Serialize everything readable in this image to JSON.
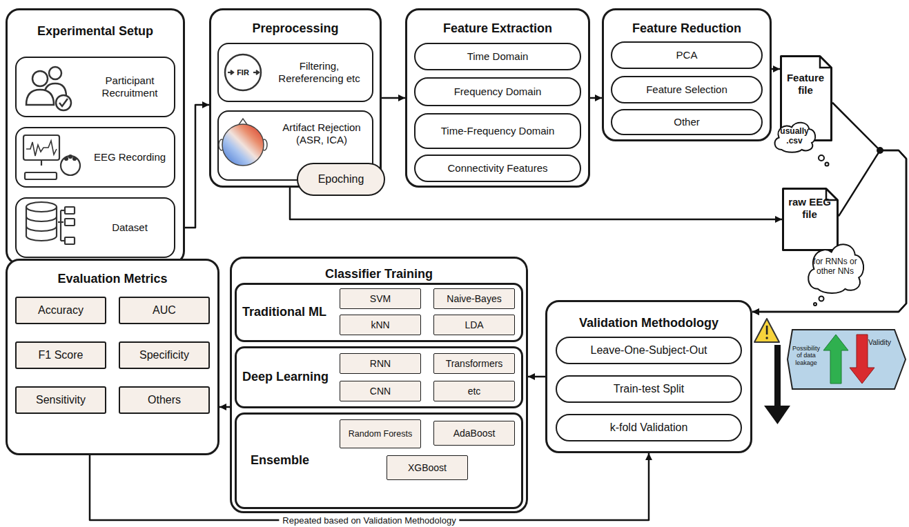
{
  "diagram": {
    "nodes": [
      {
        "text": [
          "Experimental Setup"
        ]
      },
      {
        "text": [
          "Participant Recruitment"
        ],
        "in": 0
      },
      {
        "text": [
          "EEG Recording"
        ],
        "in": 0
      },
      {
        "text": [
          "Dataset"
        ],
        "in": 0
      },
      {
        "text": [
          "Preprocessing"
        ]
      },
      {
        "text": [
          "Filtering, Rereferencing etc"
        ],
        "in": 4
      },
      {
        "text": [
          "Artifact Rejection (ASR, ICA)"
        ],
        "in": 4
      },
      {
        "text": [
          "Epoching"
        ],
        "in": 4
      },
      {
        "text": [
          "Feature Extraction"
        ]
      },
      {
        "text": [
          "Time Domain"
        ],
        "in": 8
      },
      {
        "text": [
          "Frequency Domain"
        ],
        "in": 8
      },
      {
        "text": [
          "Time-Frequency Domain"
        ],
        "in": 8
      },
      {
        "text": [
          "Connectivity Features"
        ],
        "in": 8
      },
      {
        "text": [
          "Feature Reduction"
        ]
      },
      {
        "text": [
          "PCA"
        ],
        "in": 13
      },
      {
        "text": [
          "Feature Selection"
        ],
        "in": 13
      },
      {
        "text": [
          "Other"
        ],
        "in": 13
      },
      {
        "text": [
          "Feature file"
        ]
      },
      {
        "text": [
          "usually .csv"
        ]
      },
      {
        "text": [
          "raw EEG file"
        ]
      },
      {
        "text": [
          "for RNNs or other NNs"
        ]
      },
      {
        "text": [
          "Classifier Training"
        ]
      },
      {
        "text": [
          "Traditional ML"
        ],
        "in": 21
      },
      {
        "text": [
          "SVM"
        ],
        "in": 22
      },
      {
        "text": [
          "Naive-Bayes"
        ],
        "in": 22
      },
      {
        "text": [
          "kNN"
        ],
        "in": 22
      },
      {
        "text": [
          "LDA"
        ],
        "in": 22
      },
      {
        "text": [
          "Deep Learning"
        ],
        "in": 21
      },
      {
        "text": [
          "RNN"
        ],
        "in": 27
      },
      {
        "text": [
          "Transformers"
        ],
        "in": 27
      },
      {
        "text": [
          "CNN"
        ],
        "in": 27
      },
      {
        "text": [
          "etc"
        ],
        "in": 27
      },
      {
        "text": [
          "Ensemble"
        ],
        "in": 21
      },
      {
        "text": [
          "Random Forests"
        ],
        "in": 32
      },
      {
        "text": [
          "AdaBoost"
        ],
        "in": 32
      },
      {
        "text": [
          "XGBoost"
        ],
        "in": 32
      },
      {
        "text": [
          "Evaluation Metrics"
        ]
      },
      {
        "text": [
          "Accuracy"
        ],
        "in": 36
      },
      {
        "text": [
          "AUC"
        ],
        "in": 36
      },
      {
        "text": [
          "F1 Score"
        ],
        "in": 36
      },
      {
        "text": [
          "Specificity"
        ],
        "in": 36
      },
      {
        "text": [
          "Sensitivity"
        ],
        "in": 36
      },
      {
        "text": [
          "Others"
        ],
        "in": 36
      },
      {
        "text": [
          "Validation Methodology"
        ]
      },
      {
        "text": [
          "Leave-One-Subject-Out"
        ],
        "in": 43
      },
      {
        "text": [
          "Train-test Split"
        ],
        "in": 43
      },
      {
        "text": [
          "k-fold Validation"
        ],
        "in": 43
      },
      {
        "text": [
          "Possibility of data leakage",
          "Validity"
        ]
      }
    ],
    "edges": [
      {
        "from": 3,
        "to": 4,
        "arrow": "to"
      },
      {
        "from": 4,
        "to": 8,
        "arrow": "to"
      },
      {
        "from": 8,
        "to": 13,
        "arrow": "to"
      },
      {
        "from": 13,
        "to": 17,
        "arrow": "to"
      },
      {
        "from": 4,
        "to": 19,
        "arrow": "to"
      },
      {
        "from": 17,
        "to": 43,
        "arrow": "to"
      },
      {
        "from": 19,
        "to": 43,
        "arrow": "to"
      },
      {
        "from": 43,
        "to": 21,
        "arrow": "to"
      },
      {
        "from": 21,
        "to": 36,
        "arrow": "to"
      },
      {
        "from": 36,
        "to": 43,
        "label": "Repeated based on Validation Methodology",
        "arrow": "to"
      }
    ],
    "labels": [
      "FIR"
    ]
  }
}
